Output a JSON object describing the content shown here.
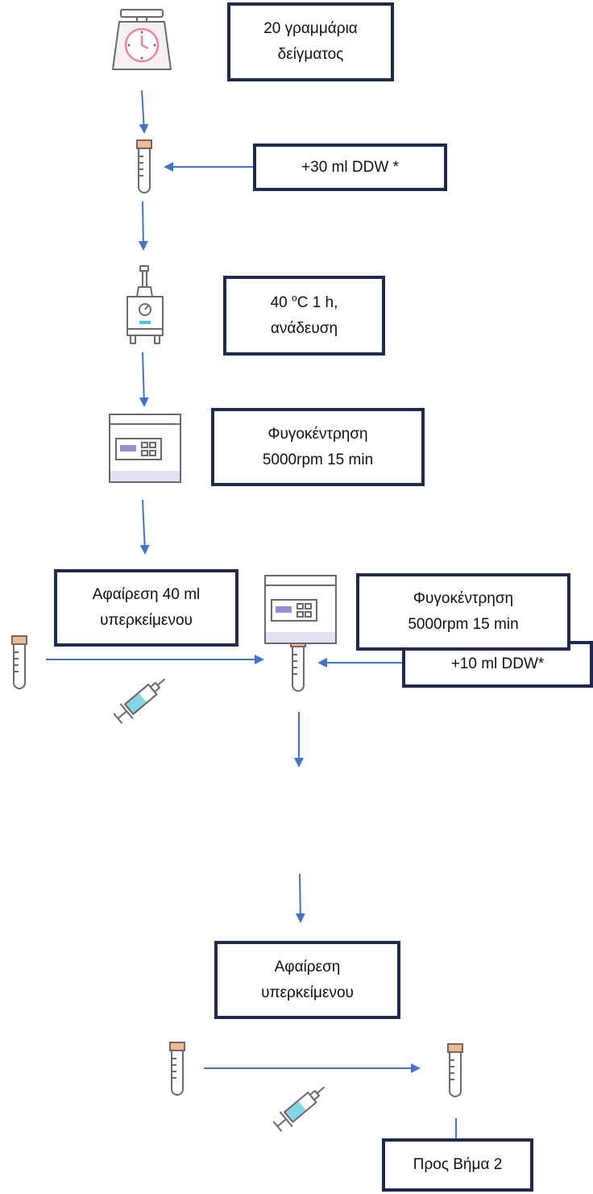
{
  "steps": {
    "weigh": {
      "line1": "20 γραμμάρια",
      "line2": "δείγματος"
    },
    "add_ddw_1": {
      "label": "+30 ml DDW *"
    },
    "incubate": {
      "line1_pre": "40 ",
      "line1_sup": "o",
      "line1_post": "C 1 h,",
      "line2": "ανάδευση"
    },
    "centrifuge_1": {
      "line1": "Φυγοκέντρηση",
      "line2": "5000rpm  15 min"
    },
    "remove_1": {
      "line1": "Αφαίρεση 40 ml",
      "line2": "υπερκείμενου"
    },
    "add_ddw_2": {
      "label": "+10 ml DDW*"
    },
    "centrifuge_2": {
      "line1": "Φυγοκέντρηση",
      "line2": "5000rpm  15 min"
    },
    "remove_2": {
      "line1": "Αφαίρεση",
      "line2": "υπερκείμενου"
    },
    "next_step": {
      "label": "Προς Βήμα 2"
    }
  },
  "icons": [
    "scale-icon",
    "test-tube-icon",
    "shaker-icon",
    "centrifuge-icon",
    "syringe-icon"
  ],
  "colors": {
    "box_border": "#1f2a4f",
    "arrow": "#4472c4",
    "icon_stroke": "#6e6670",
    "accent_purple": "#9b8bd1",
    "accent_pink": "#e8859c",
    "accent_blue": "#4fc3dd",
    "tube_cap": "#f2b98a"
  }
}
